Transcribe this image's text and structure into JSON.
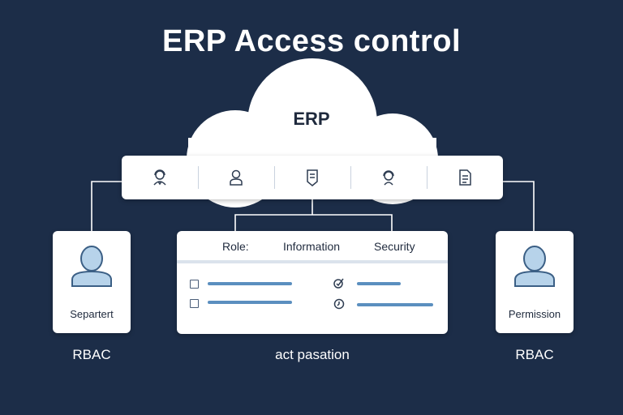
{
  "title": "ERP Access control",
  "cloud": {
    "label": "ERP"
  },
  "icon_bar": {
    "icons": [
      "user-headset-icon",
      "user-icon",
      "document-download-icon",
      "user-headset-icon",
      "document-list-icon"
    ]
  },
  "left_card": {
    "text": "Separtert",
    "caption": "RBAC",
    "icon": "user-avatar-icon"
  },
  "right_card": {
    "text": "Permission",
    "caption": "RBAC",
    "icon": "user-avatar-icon"
  },
  "center_panel": {
    "headers": [
      "Role:",
      "Information",
      "Security"
    ],
    "rows": [
      {
        "left_icon": "checkbox-icon",
        "right_icon": "check-edit-icon"
      },
      {
        "left_icon": "checkbox-icon",
        "right_icon": "clock-icon"
      }
    ],
    "caption": "act pasation"
  },
  "colors": {
    "background": "#1c2d48",
    "card": "#ffffff",
    "accent": "#5b8fbf",
    "avatar": "#b7d3ea"
  }
}
